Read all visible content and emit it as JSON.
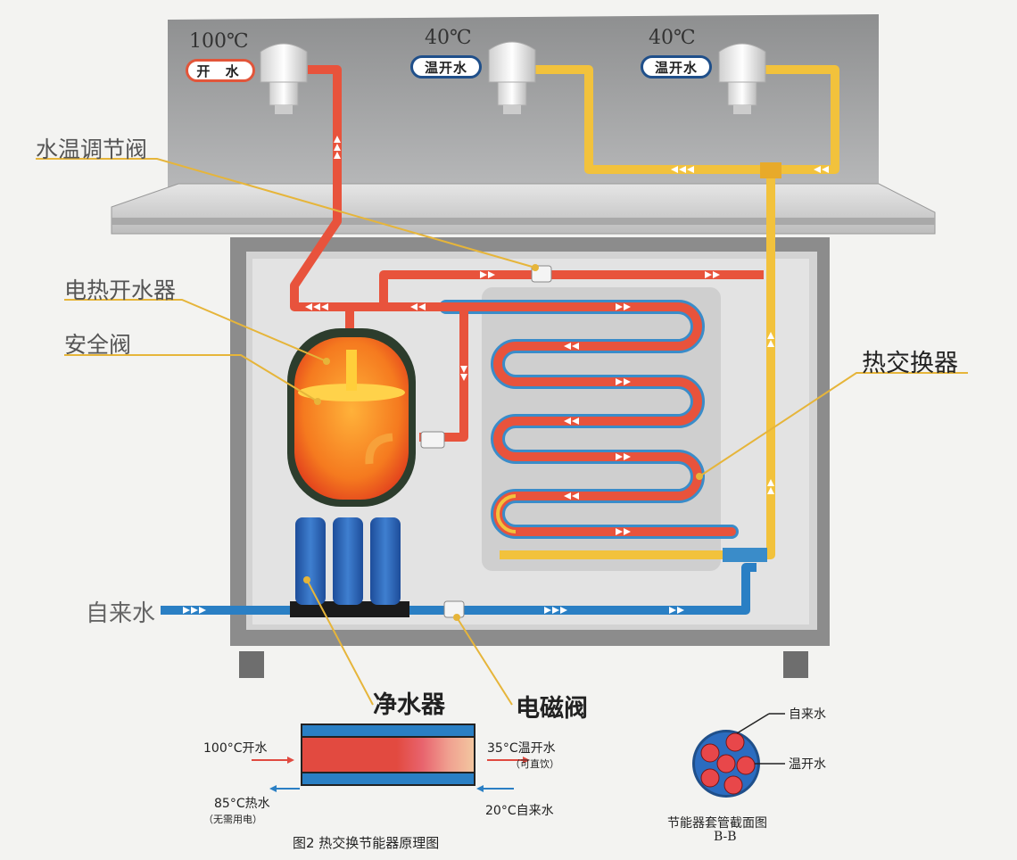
{
  "faucets": [
    {
      "temp": "100℃",
      "label": "开 水",
      "ring": "#e2553a"
    },
    {
      "temp": "40℃",
      "label": "温开水",
      "ring": "#1f4f8a"
    },
    {
      "temp": "40℃",
      "label": "温开水",
      "ring": "#1f4f8a"
    }
  ],
  "labels": {
    "valve": "水温调节阀",
    "heater": "电热开水器",
    "safety": "安全阀",
    "exchanger": "热交换器",
    "tap_water": "自来水",
    "purifier": "净水器",
    "solenoid": "电磁阀"
  },
  "pipe_diagram": {
    "in_hot": "100°C开水",
    "out_warm": "35°C温开水",
    "out_warm_note": "（可直饮）",
    "out_hot": "85°C热水",
    "out_hot_note": "（无需用电）",
    "in_cold": "20°C自来水"
  },
  "cross_section": {
    "label_outer": "自来水",
    "label_inner": "温开水",
    "title": "节能器套管截面图",
    "subtitle": "B-B"
  },
  "caption": "图2 热交换节能器原理图",
  "colors": {
    "hot": "#e8533c",
    "warm": "#f2c23c",
    "cold": "#2a7fc4",
    "heater": "#f58a2a",
    "cabinet": "#9a9a9a"
  }
}
